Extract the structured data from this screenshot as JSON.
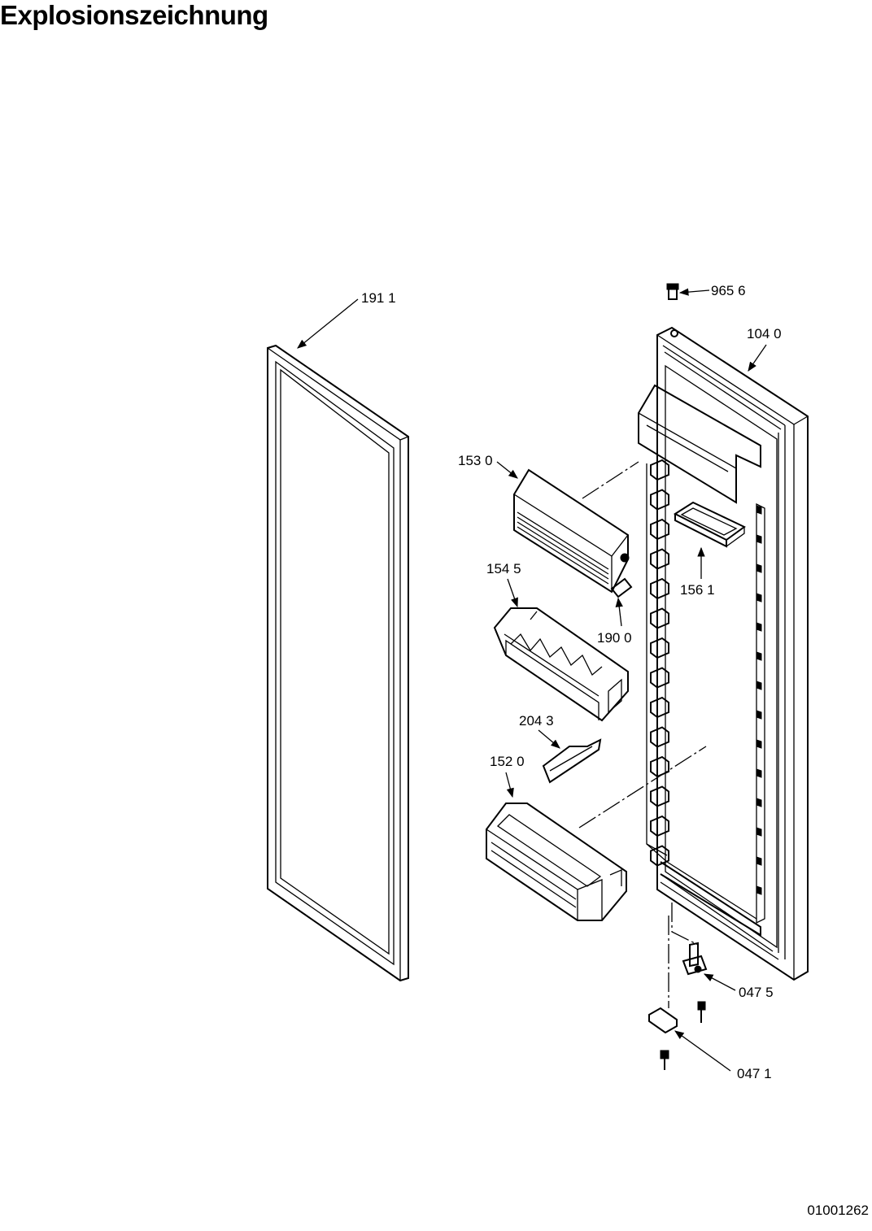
{
  "title": "Explosionszeichnung",
  "document_number": "01001262",
  "parts": [
    {
      "id": "seal",
      "label": "191 1"
    },
    {
      "id": "screw-cap",
      "label": "965 6"
    },
    {
      "id": "door-liner",
      "label": "104 0"
    },
    {
      "id": "dairy-compartment",
      "label": "153 0"
    },
    {
      "id": "butter-dish",
      "label": "156 1"
    },
    {
      "id": "egg-tray",
      "label": "154 5"
    },
    {
      "id": "hinge-pin",
      "label": "190 0"
    },
    {
      "id": "bottle-retainer",
      "label": "204 3"
    },
    {
      "id": "bottle-shelf",
      "label": "152 0"
    },
    {
      "id": "lower-hinge",
      "label": "047 5"
    },
    {
      "id": "hinge-bracket",
      "label": "047 1"
    }
  ],
  "colors": {
    "ink": "#000000",
    "paper": "#ffffff"
  }
}
